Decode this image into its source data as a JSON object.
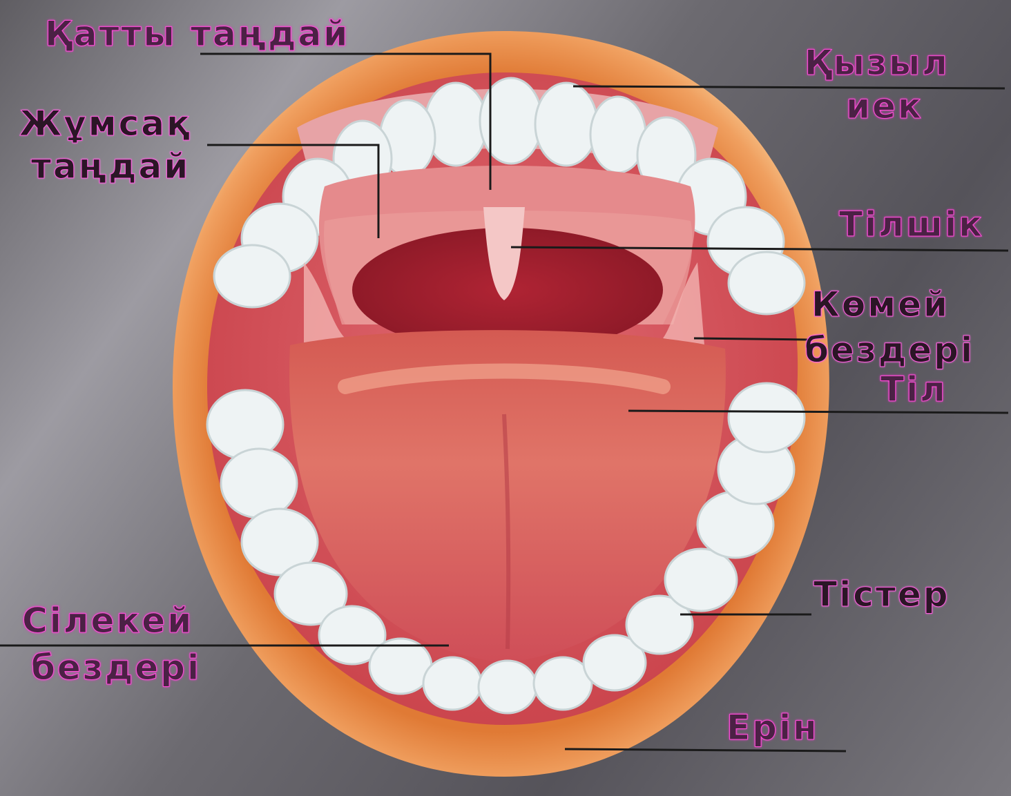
{
  "diagram": {
    "labels": {
      "hard_palate": "Қатты таңдай",
      "soft_palate_line1": "Жұмсақ",
      "soft_palate_line2": "таңдай",
      "gum_line1": "Қызыл",
      "gum_line2": "иек",
      "uvula": "Тілшік",
      "tonsils_line1": "Көмей",
      "tonsils_line2": "бездері",
      "tongue": "Тіл",
      "teeth": "Тістер",
      "salivary_line1": "Сілекей",
      "salivary_line2": "бездері",
      "lip": "Ерін"
    },
    "colors": {
      "lip": "#e0823c",
      "mucosa": "#d9545a",
      "teeth": "#eef3f4",
      "label_glow": "#ff4bd8",
      "leader_line": "#1a1a1a"
    }
  }
}
